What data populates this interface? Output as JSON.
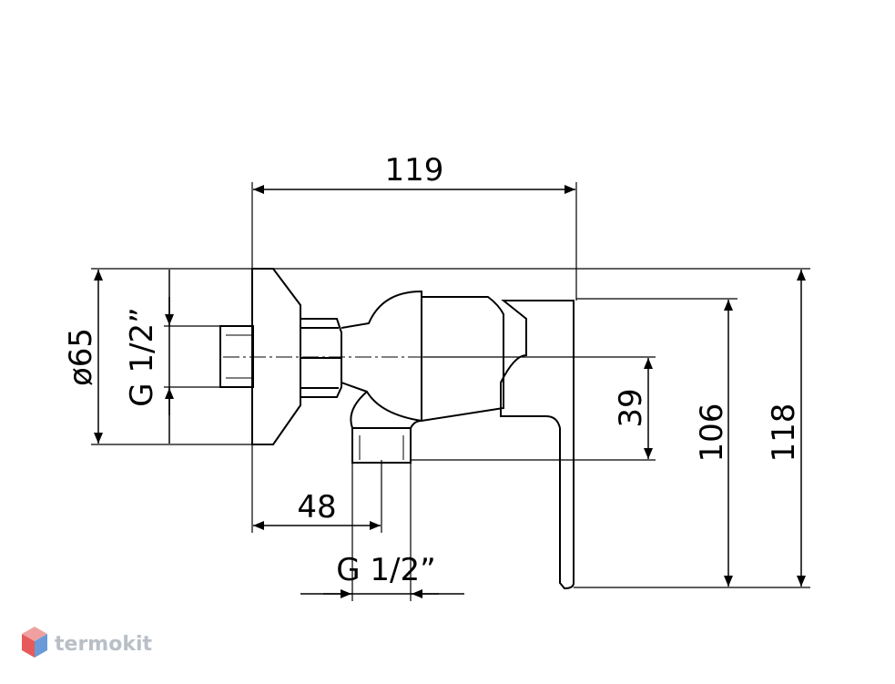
{
  "dimensions": {
    "overall_length": "119",
    "flange_diameter": "ø65",
    "inlet_thread": "G 1/2”",
    "outlet_offset": "48",
    "outlet_thread": "G 1/2”",
    "outlet_height": "39",
    "lever_height": "106",
    "overall_height": "118"
  },
  "brand": {
    "name": "termokit",
    "colors": {
      "logo_red": "#e85a5a",
      "logo_blue": "#6a9ad8",
      "text": "#b9bfc6"
    }
  }
}
